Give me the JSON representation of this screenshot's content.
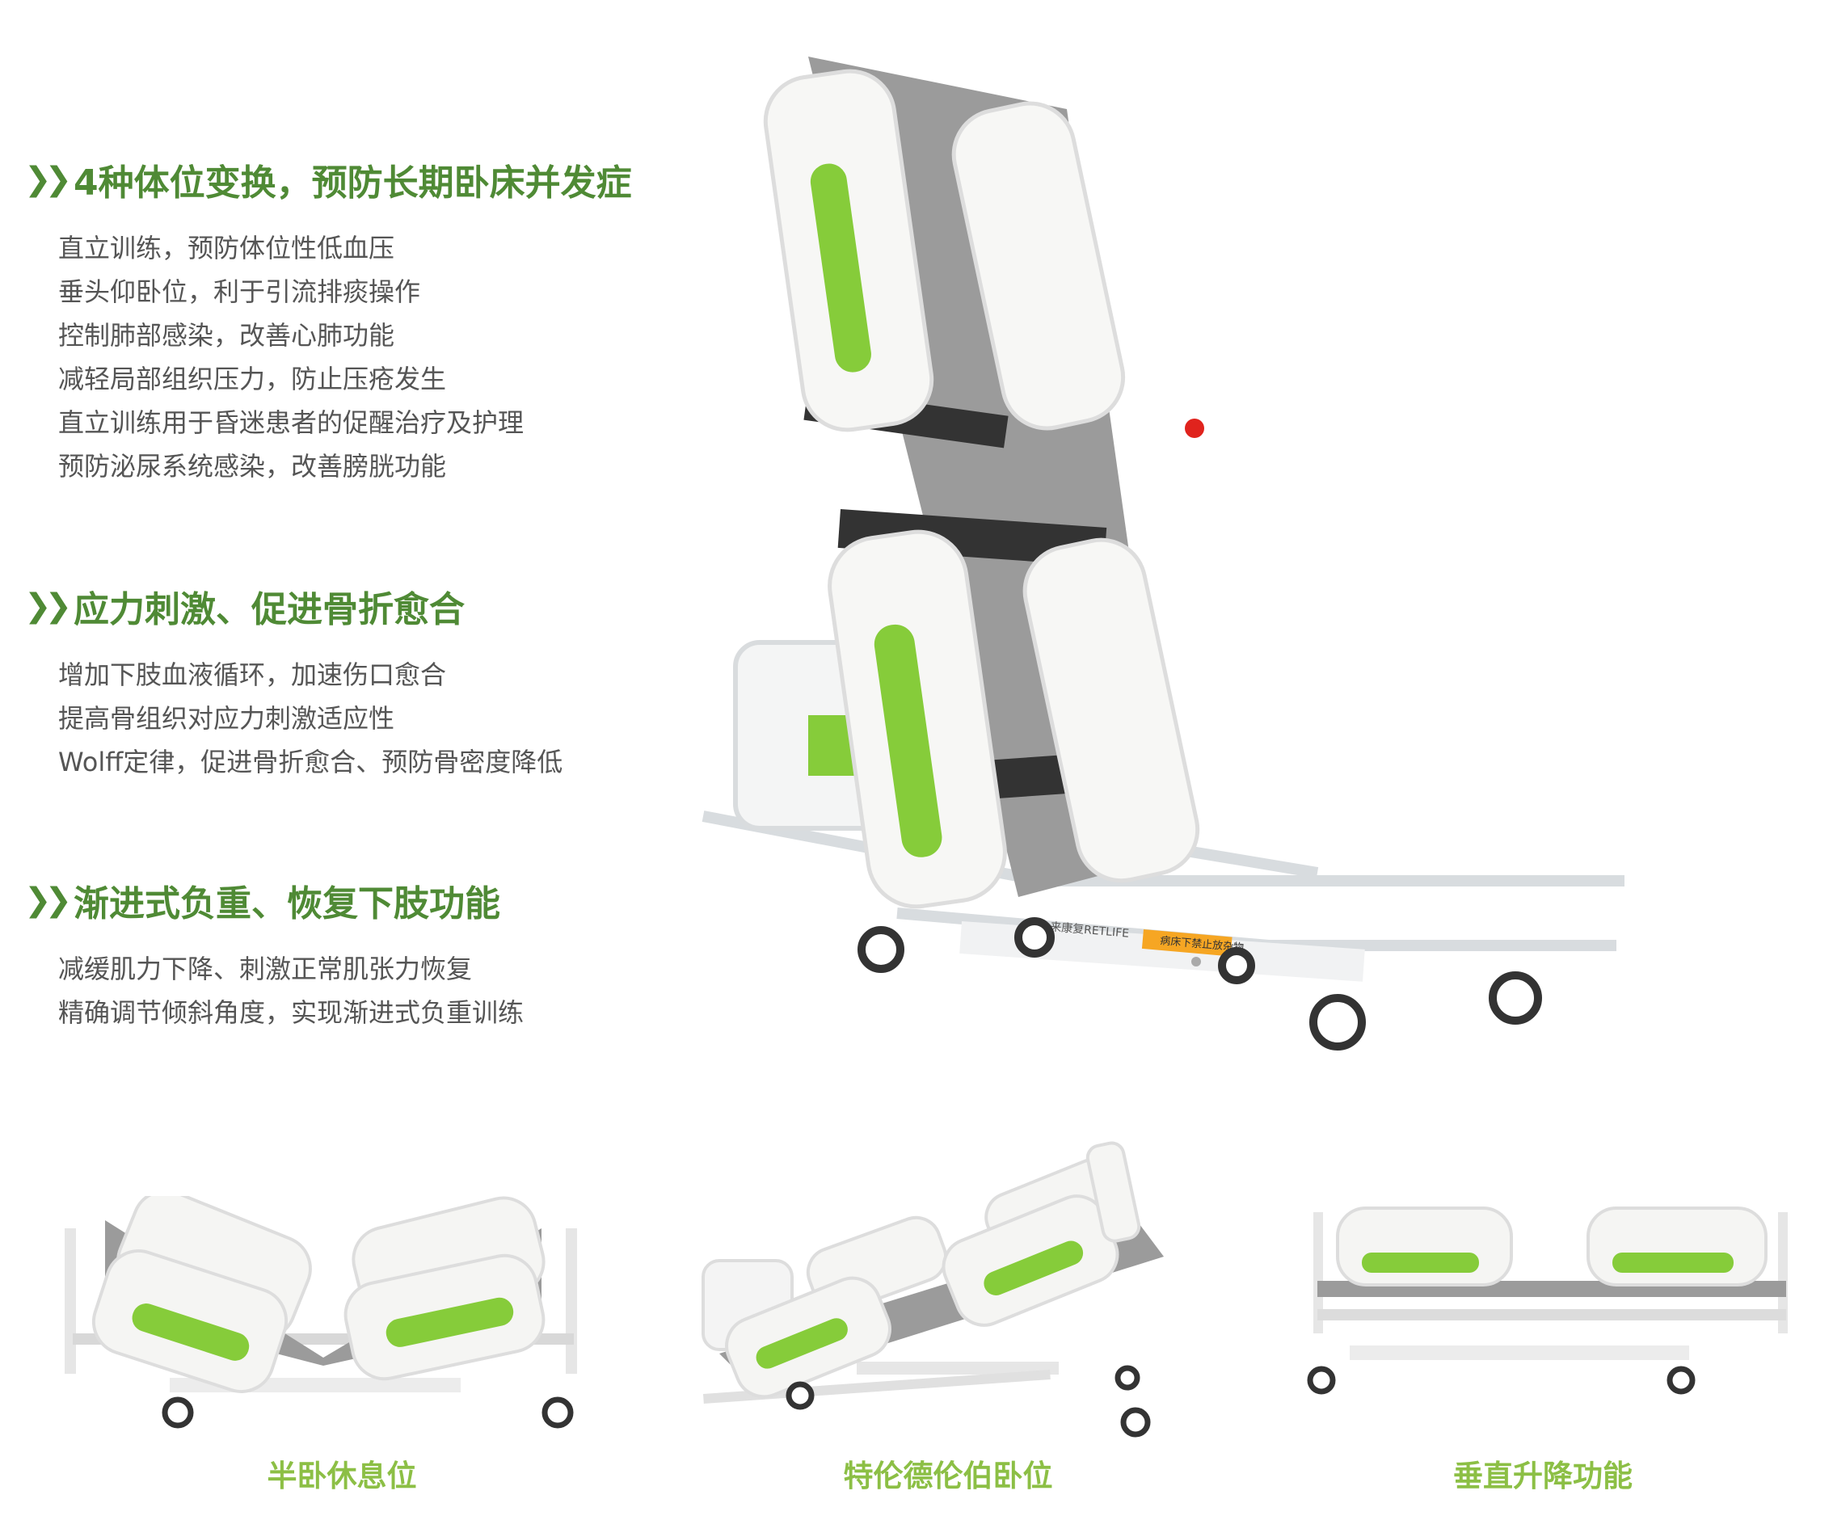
{
  "sections": [
    {
      "heading": "4种体位变换，预防长期卧床并发症",
      "items": [
        "直立训练，预防体位性低血压",
        "垂头仰卧位，利于引流排痰操作",
        "控制肺部感染，改善心肺功能",
        "减轻局部组织压力，防止压疮发生",
        "直立训练用于昏迷患者的促醒治疗及护理",
        "预防泌尿系统感染，改善膀胱功能"
      ]
    },
    {
      "heading": "应力刺激、促进骨折愈合",
      "items": [
        "增加下肢血液循环，加速伤口愈合",
        "提高骨组织对应力刺激适应性",
        "Wolff定律，促进骨折愈合、预防骨密度降低"
      ]
    },
    {
      "heading": "渐进式负重、恢复下肢功能",
      "items": [
        "减缓肌力下降、刺激正常肌张力恢复",
        "精确调节倾斜角度，实现渐进式负重训练"
      ]
    }
  ],
  "bed_labels": {
    "brand": "人来康复RETLIFE",
    "warning": "病床下禁止放杂物"
  },
  "captions": [
    "半卧休息位",
    "特伦德伦伯卧位",
    "垂直升降功能"
  ],
  "colors": {
    "heading": "#4f8a35",
    "caption": "#8cbf45",
    "accent": "#86cc3a",
    "body": "#555555"
  }
}
